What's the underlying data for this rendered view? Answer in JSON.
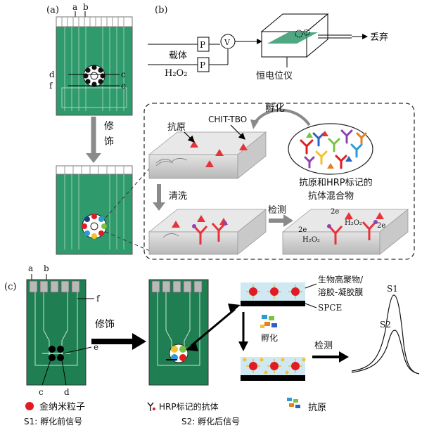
{
  "panel_a": {
    "panel_label": "(a)",
    "electrode_labels": {
      "a": "a",
      "b": "b",
      "c": "c",
      "d": "d",
      "e": "e",
      "f": "f"
    },
    "modify_label": "修饰",
    "wash_label": "清洗",
    "detect_label": "检测",
    "incubate_label": "孵化",
    "antigen_label": "抗原",
    "chit_tbo_label": "CHIT-TBO",
    "mixture_label_line1": "抗原和HRP标记的",
    "mixture_label_line2": "抗体混合物",
    "e_label": "2e",
    "h2o2_label": "H₂O₂"
  },
  "panel_b": {
    "panel_label": "(b)",
    "carrier_label": "载体",
    "h2o2_label": "H₂O₂",
    "pump_label": "P",
    "valve_label": "V",
    "waste_label": "丢弃",
    "potentiostat_label": "恒电位仪"
  },
  "panel_c": {
    "panel_label": "(c)",
    "electrode_labels": {
      "a": "a",
      "b": "b",
      "c": "c",
      "d": "d",
      "e": "e",
      "f": "f"
    },
    "modify_label": "修饰",
    "incubate_label": "孵化",
    "detect_label": "检测",
    "biopolymer_label_line1": "生物高聚物/",
    "biopolymer_label_line2": "溶胶-凝胶膜",
    "spce_label": "SPCE",
    "s1_label": "S1",
    "s2_label": "S2"
  },
  "legend": {
    "gold_np": "金纳米粒子",
    "hrp_antibody": "HRP标记的抗体",
    "antigen": "抗原",
    "s1_desc": "S1: 孵化前信号",
    "s2_desc": "S2: 孵化后信号"
  },
  "colors": {
    "electrode_green": "#2f9a6c",
    "electrode_dark_green": "#1f7f52",
    "gold_np_red": "#e01b24",
    "antigen_red": "#e8323a",
    "gray_arrow": "#8a8a8a",
    "layer_gray": "#cfcfcf",
    "light_blue": "#cfe8f1"
  }
}
